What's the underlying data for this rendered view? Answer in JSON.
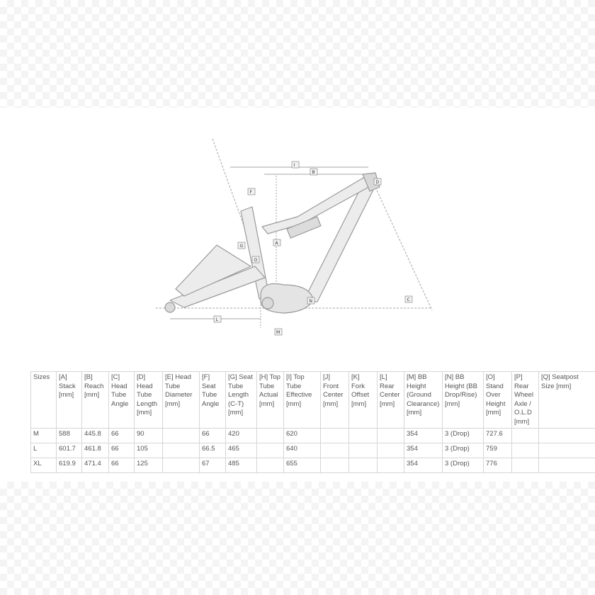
{
  "diagram": {
    "labels": [
      "A",
      "B",
      "C",
      "D",
      "F",
      "G",
      "I",
      "L",
      "M",
      "N",
      "O"
    ]
  },
  "table": {
    "headers": [
      "Sizes",
      "[A] Stack [mm]",
      "[B] Reach [mm]",
      "[C] Head Tube Angle",
      "[D] Head Tube Length [mm]",
      "[E] Head Tube Diameter [mm]",
      "[F] Seat Tube Angle",
      "[G] Seat Tube Length (C-T) [mm]",
      "[H] Top Tube Actual [mm]",
      "[I] Top Tube Effective [mm]",
      "[J] Front Center [mm]",
      "[K] Fork Offset [mm]",
      "[L] Rear Center [mm]",
      "[M] BB Height (Ground Clearance) [mm]",
      "[N] BB Height (BB Drop/Rise) [mm]",
      "[O] Stand Over Height [mm]",
      "[P] Rear Wheel Axle / O.L.D [mm]",
      "[Q] Seatpost Size [mm]"
    ],
    "rows": [
      [
        "M",
        "588",
        "445.8",
        "66",
        "90",
        "",
        "66",
        "420",
        "",
        "620",
        "",
        "",
        "",
        "354",
        "3 (Drop)",
        "727.6",
        "",
        ""
      ],
      [
        "L",
        "601.7",
        "461.8",
        "66",
        "105",
        "",
        "66.5",
        "465",
        "",
        "640",
        "",
        "",
        "",
        "354",
        "3 (Drop)",
        "759",
        "",
        ""
      ],
      [
        "XL",
        "619.9",
        "471.4",
        "66",
        "125",
        "",
        "67",
        "485",
        "",
        "655",
        "",
        "",
        "",
        "354",
        "3 (Drop)",
        "776",
        "",
        ""
      ]
    ]
  }
}
